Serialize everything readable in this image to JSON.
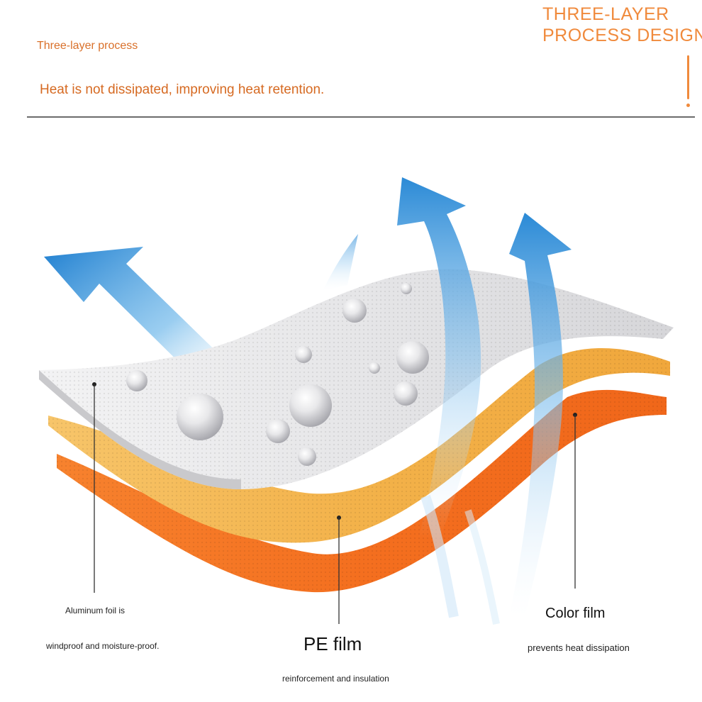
{
  "header": {
    "subtitle": "Three-layer process",
    "tagline": "Heat is not dissipated, improving heat retention.",
    "brand_line1": "THREE-LAYER",
    "brand_line2": "PROCESS DESIGN"
  },
  "labels": {
    "aluminum_title": "Aluminum foil is",
    "aluminum_desc": "windproof and moisture-proof.",
    "pe_title": "PE film",
    "pe_desc": "reinforcement and insulation",
    "color_title": "Color film",
    "color_desc": "prevents heat dissipation"
  },
  "colors": {
    "accent_orange": "#f08a3c",
    "layer_top": "#e9e9ea",
    "layer_middle": "#f4b64f",
    "layer_bottom": "#f3762a",
    "arrow_blue": "#2f8fd6"
  }
}
